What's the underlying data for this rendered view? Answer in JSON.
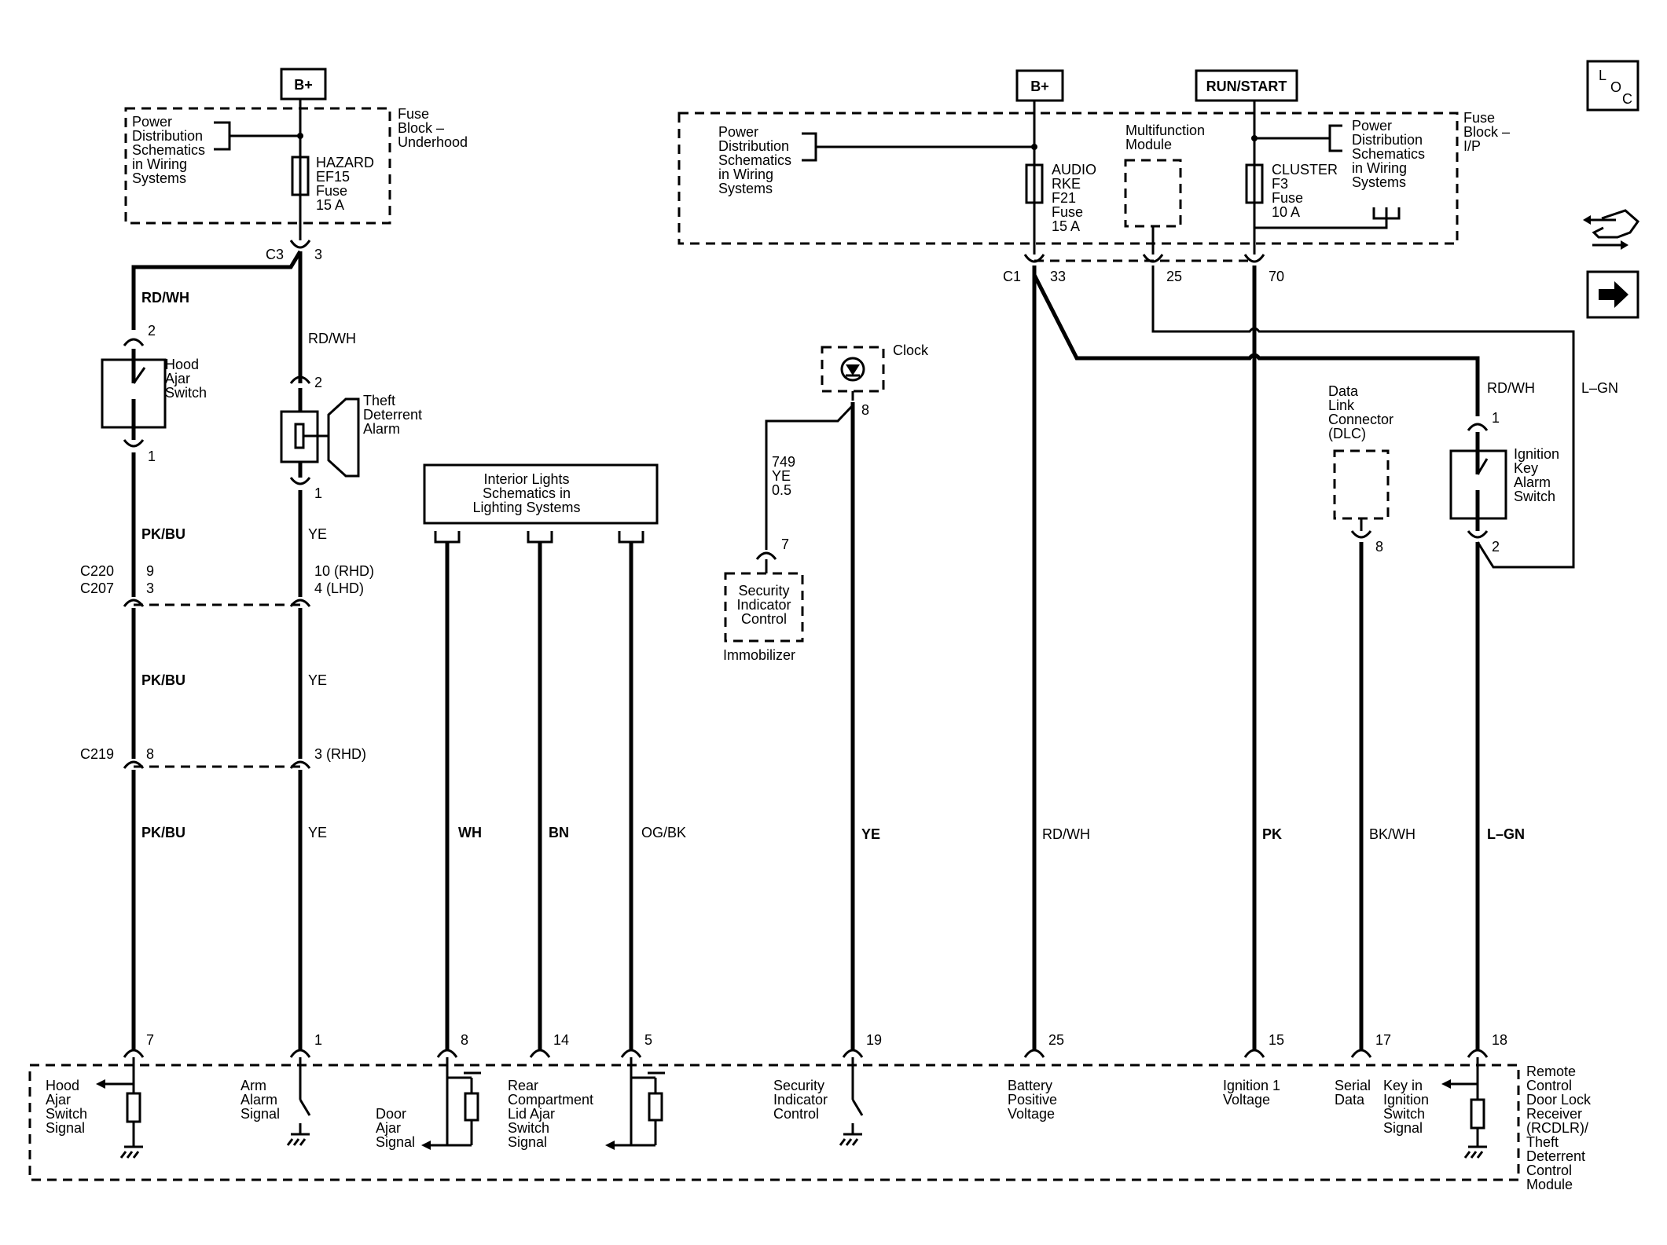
{
  "power_labels": {
    "b_plus_left": "B+",
    "b_plus_right": "B+",
    "run_start": "RUN/START"
  },
  "fuse_blocks": {
    "underhood": {
      "lines": [
        "Fuse",
        "Block –",
        "Underhood"
      ]
    },
    "ip": {
      "lines": [
        "Fuse",
        "Block –",
        "I/P"
      ]
    }
  },
  "fuses": {
    "hazard": {
      "lines": [
        "HAZARD",
        "EF15",
        "Fuse",
        "15 A"
      ]
    },
    "audio": {
      "lines": [
        "AUDIO",
        "RKE",
        "F21",
        "Fuse",
        "15 A"
      ]
    },
    "cluster": {
      "lines": [
        "CLUSTER",
        "F3",
        "Fuse",
        "10 A"
      ]
    }
  },
  "references": {
    "power_left": {
      "lines": [
        "Power",
        "Distribution",
        "Schematics",
        "in Wiring",
        "Systems"
      ]
    },
    "power_mid": {
      "lines": [
        "Power",
        "Distribution",
        "Schematics",
        "in Wiring",
        "Systems"
      ]
    },
    "power_right": {
      "lines": [
        "Power",
        "Distribution",
        "Schematics",
        "in Wiring",
        "Systems"
      ]
    },
    "interior_lights": {
      "lines": [
        "Interior Lights",
        "Schematics in",
        "Lighting Systems"
      ]
    }
  },
  "components": {
    "multifunction_module": {
      "lines": [
        "Multifunction",
        "Module"
      ]
    },
    "hood_ajar_switch": {
      "lines": [
        "Hood",
        "Ajar",
        "Switch"
      ]
    },
    "theft_deterrent_alarm": {
      "lines": [
        "Theft",
        "Deterrent",
        "Alarm"
      ]
    },
    "clock": {
      "label": "Clock"
    },
    "security_indicator_control": {
      "lines": [
        "Security",
        "Indicator",
        "Control"
      ]
    },
    "immobilizer": {
      "label": "Immobilizer"
    },
    "dlc": {
      "lines": [
        "Data",
        "Link",
        "Connector",
        "(DLC)"
      ]
    },
    "ignition_key_alarm_switch": {
      "lines": [
        "Ignition",
        "Key",
        "Alarm",
        "Switch"
      ]
    },
    "rcdlr": {
      "lines": [
        "Remote",
        "Control",
        "Door Lock",
        "Receiver",
        "(RCDLR)/",
        "Theft",
        "Deterrent",
        "Control",
        "Module"
      ]
    }
  },
  "connectors": {
    "c3": "C3",
    "c3_pin": "3",
    "c1": "C1",
    "c1_pin_33": "33",
    "c1_pin_25": "25",
    "c1_pin_70": "70",
    "c220": "C220",
    "c207": "C207",
    "c219": "C219",
    "c220_pin_left": "9",
    "c207_pin_left": "3",
    "c219_pin_left": "8",
    "c220_pin_right": "10 (RHD)",
    "c207_pin_right": "4 (LHD)",
    "c219_pin_right": "3 (RHD)",
    "hood_pin_top": "2",
    "hood_pin_bottom": "1",
    "alarm_pin_top": "2",
    "alarm_pin_bottom": "1",
    "clock_pin": "8",
    "sic_pin": "7",
    "dlc_pin": "8",
    "ikas_pin_top": "1",
    "ikas_pin_bottom": "2"
  },
  "wires": {
    "rd_wh_a": "RD/WH",
    "rd_wh_b": "RD/WH",
    "pk_bu_1": "PK/BU",
    "pk_bu_2": "PK/BU",
    "pk_bu_3": "PK/BU",
    "ye_1": "YE",
    "ye_2": "YE",
    "ye_3": "YE",
    "wh": "WH",
    "bn": "BN",
    "og_bk": "OG/BK",
    "ye_clock": "YE",
    "rd_wh_c": "RD/WH",
    "pk": "PK",
    "bk_wh": "BK/WH",
    "l_gn": "L–GN",
    "rd_wh_right": "RD/WH",
    "l_gn_right": "L–GN",
    "circuit_749": [
      "749",
      "YE",
      "0.5"
    ]
  },
  "module_pins": [
    "7",
    "1",
    "8",
    "14",
    "5",
    "19",
    "25",
    "15",
    "17",
    "18"
  ],
  "signals": {
    "hood_ajar": [
      "Hood",
      "Ajar",
      "Switch",
      "Signal"
    ],
    "arm_alarm": [
      "Arm",
      "Alarm",
      "Signal"
    ],
    "door_ajar": [
      "Door",
      "Ajar",
      "Signal"
    ],
    "rear_compartment": [
      "Rear",
      "Compartment",
      "Lid Ajar",
      "Switch",
      "Signal"
    ],
    "security_indicator": [
      "Security",
      "Indicator",
      "Control"
    ],
    "battery_positive": [
      "Battery",
      "Positive",
      "Voltage"
    ],
    "ignition_1": [
      "Ignition 1",
      "Voltage"
    ],
    "serial_data": [
      "Serial",
      "Data"
    ],
    "key_in_ignition": [
      "Key in",
      "Ignition",
      "Switch",
      "Signal"
    ]
  },
  "side_icons": [
    "loc-icon",
    "wrench-exchange-icon",
    "arrow-right-icon"
  ],
  "side_text": {
    "loc_l": "L",
    "loc_o": "O",
    "loc_c": "C"
  }
}
